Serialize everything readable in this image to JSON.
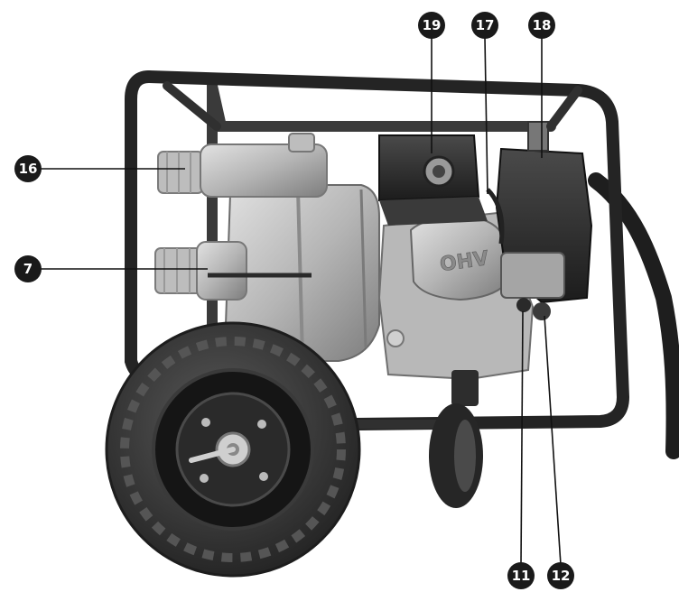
{
  "callouts": [
    {
      "id": "c19",
      "label": "19"
    },
    {
      "id": "c17",
      "label": "17"
    },
    {
      "id": "c18",
      "label": "18"
    },
    {
      "id": "c16",
      "label": "16"
    },
    {
      "id": "c7",
      "label": "7"
    },
    {
      "id": "c11",
      "label": "11"
    },
    {
      "id": "c12",
      "label": "12"
    }
  ],
  "engine_cover_text": "OHV",
  "colors": {
    "frame": "#2a2a2a",
    "metal_light": "#c9c9c9",
    "metal_mid": "#9a9a9a",
    "tire": "#3a3a3a",
    "callout": "#1a1a1a"
  }
}
